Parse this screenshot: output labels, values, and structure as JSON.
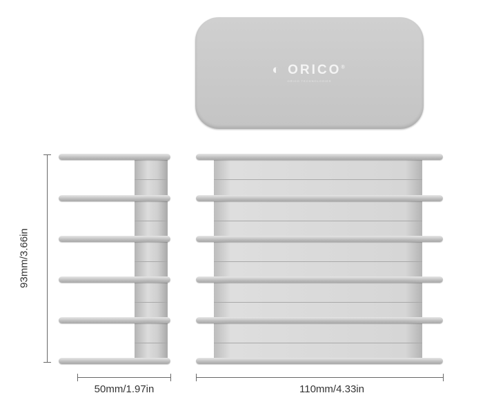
{
  "brand": {
    "name": "ORICO",
    "tagline": "ORICO TECHNOLOGIES"
  },
  "dimensions": {
    "height": "93mm/3.66in",
    "depth": "50mm/1.97in",
    "width": "110mm/4.33in"
  },
  "colors": {
    "product": "#c8c8c8",
    "dimension_line": "#666666"
  }
}
